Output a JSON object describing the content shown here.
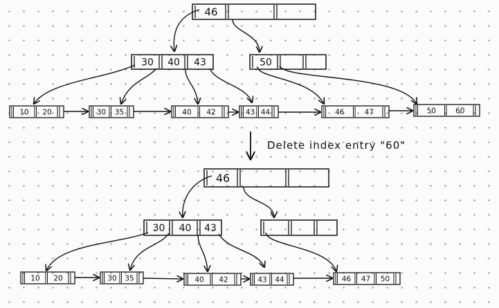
{
  "before": {
    "root": {
      "keys": [
        "46",
        "",
        ""
      ]
    },
    "internal_left": {
      "keys": [
        "30",
        "40",
        "43"
      ]
    },
    "internal_right": {
      "keys": [
        "50",
        "",
        ""
      ]
    },
    "leaves": [
      {
        "keys": [
          "10",
          "20"
        ]
      },
      {
        "keys": [
          "30",
          "35"
        ]
      },
      {
        "keys": [
          "40",
          "42"
        ]
      },
      {
        "keys": [
          "43",
          "44"
        ]
      },
      {
        "keys": [
          "46",
          "47"
        ]
      },
      {
        "keys": [
          "50",
          "60"
        ]
      }
    ]
  },
  "operation": {
    "label": "Delete index entry \"60\""
  },
  "after": {
    "root": {
      "keys": [
        "46",
        "",
        ""
      ]
    },
    "internal_left": {
      "keys": [
        "30",
        "40",
        "43"
      ]
    },
    "internal_right": {
      "keys": [
        "",
        "",
        ""
      ]
    },
    "leaves": [
      {
        "keys": [
          "10",
          "20"
        ]
      },
      {
        "keys": [
          "30",
          "35"
        ]
      },
      {
        "keys": [
          "40",
          "42"
        ]
      },
      {
        "keys": [
          "43",
          "44"
        ]
      },
      {
        "keys": [
          "46",
          "47",
          "50"
        ]
      }
    ]
  }
}
